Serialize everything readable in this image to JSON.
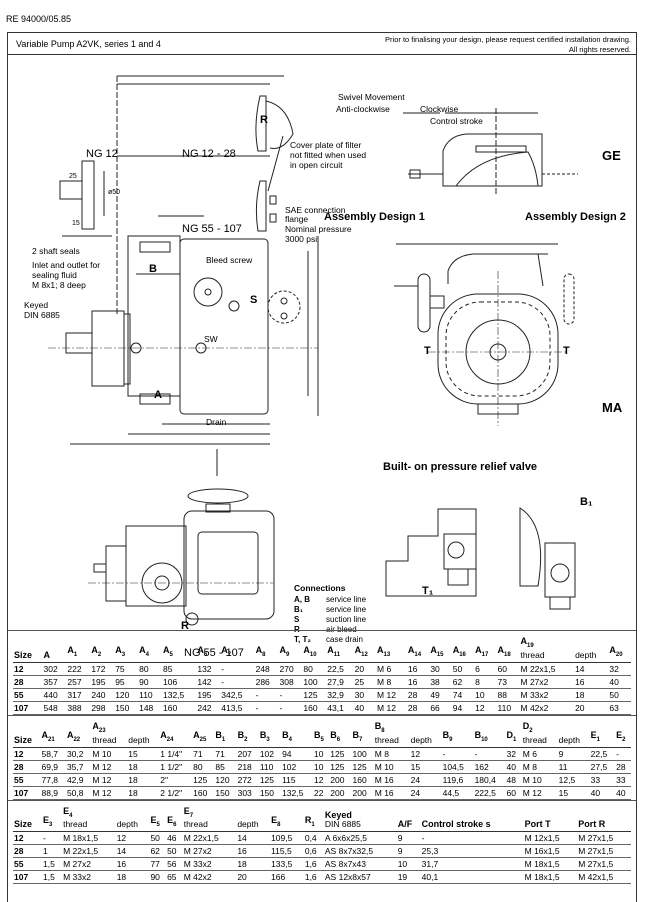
{
  "document": {
    "code": "RE 94000/05.85",
    "title": "Variable Pump A2VK, series 1 and 4",
    "notice_line1": "Prior to finalising your design, please request certified installation drawing.",
    "notice_line2": "All rights reserved."
  },
  "drawing": {
    "labels": {
      "ng12": "NG 12",
      "ng12_28": "NG 12 - 28",
      "ng55_107_top": "NG 55 - 107",
      "ng55_107_bottom": "NG 55 - 107",
      "shaft_seals": "2 shaft seals",
      "inlet_outlet_1": "Inlet and outlet for",
      "inlet_outlet_2": "sealing fluid",
      "inlet_outlet_3": "M 8x1; 8 deep",
      "keyed_1": "Keyed",
      "keyed_2": "DIN 6885",
      "cover_plate_1": "Cover plate of filter",
      "cover_plate_2": "not fitted when used",
      "cover_plate_3": "in open circuit",
      "sae_1": "SAE connection",
      "sae_2": "flange",
      "sae_3": "Nominal pressure",
      "sae_4": "3000 psi",
      "bleed_screw": "Bleed screw",
      "drain": "Drain",
      "sw": "SW",
      "port_b": "B",
      "port_a": "A",
      "port_s": "S",
      "port_r_top": "R",
      "port_r_bottom": "R",
      "port_t_left": "T",
      "port_t_right": "T",
      "port_t1": "T₁",
      "port_b1": "B₁",
      "swivel_movement": "Swivel Movement",
      "anti_clockwise": "Anti-clockwise",
      "clockwise": "Clockwise",
      "control_stroke": "Control stroke",
      "assembly_design_1": "Assembly Design 1",
      "assembly_design_2": "Assembly Design 2",
      "ge": "GE",
      "ma": "MA",
      "relief_valve": "Built- on pressure relief valve",
      "dim_25": "25",
      "dim_15": "15",
      "dim_50": "ø50"
    },
    "connections": {
      "heading": "Connections",
      "items": [
        {
          "key": "A, B",
          "desc": "service line"
        },
        {
          "key": "B₁",
          "desc": "service line"
        },
        {
          "key": "S",
          "desc": "suction line"
        },
        {
          "key": "R",
          "desc": "air bleed"
        },
        {
          "key": "T, T₂",
          "desc": "case drain"
        }
      ]
    }
  },
  "tables": [
    {
      "headers": [
        {
          "top": "",
          "sym": "Size"
        },
        {
          "top": "",
          "sym": "A",
          "sub": ""
        },
        {
          "top": "",
          "sym": "A",
          "sub": "1"
        },
        {
          "top": "",
          "sym": "A",
          "sub": "2"
        },
        {
          "top": "",
          "sym": "A",
          "sub": "3"
        },
        {
          "top": "",
          "sym": "A",
          "sub": "4"
        },
        {
          "top": "",
          "sym": "A",
          "sub": "5"
        },
        {
          "top": "",
          "sym": "A",
          "sub": "6"
        },
        {
          "top": "",
          "sym": "A",
          "sub": "7"
        },
        {
          "top": "",
          "sym": "A",
          "sub": "8"
        },
        {
          "top": "",
          "sym": "A",
          "sub": "9"
        },
        {
          "top": "",
          "sym": "A",
          "sub": "10"
        },
        {
          "top": "",
          "sym": "A",
          "sub": "11"
        },
        {
          "top": "",
          "sym": "A",
          "sub": "12"
        },
        {
          "top": "",
          "sym": "A",
          "sub": "13"
        },
        {
          "top": "",
          "sym": "A",
          "sub": "14"
        },
        {
          "top": "",
          "sym": "A",
          "sub": "15"
        },
        {
          "top": "",
          "sym": "A",
          "sub": "16"
        },
        {
          "top": "",
          "sym": "A",
          "sub": "17"
        },
        {
          "top": "",
          "sym": "A",
          "sub": "18"
        },
        {
          "top": "A19",
          "sym": "",
          "plain": "thread"
        },
        {
          "top": "",
          "sym": "",
          "plain": "depth"
        },
        {
          "top": "",
          "sym": "A",
          "sub": "20"
        }
      ],
      "rows": [
        [
          "12",
          "302",
          "222",
          "172",
          "75",
          "80",
          "85",
          "132",
          "-",
          "248",
          "270",
          "80",
          "22,5",
          "20",
          "M 6",
          "16",
          "30",
          "50",
          "6",
          "60",
          "M 22x1,5",
          "14",
          "32"
        ],
        [
          "28",
          "357",
          "257",
          "195",
          "95",
          "90",
          "106",
          "142",
          "-",
          "286",
          "308",
          "100",
          "27,9",
          "25",
          "M 8",
          "16",
          "38",
          "62",
          "8",
          "73",
          "M 27x2",
          "16",
          "40"
        ],
        [
          "55",
          "440",
          "317",
          "240",
          "120",
          "110",
          "132,5",
          "195",
          "342,5",
          "-",
          "-",
          "125",
          "32,9",
          "30",
          "M 12",
          "28",
          "49",
          "74",
          "10",
          "88",
          "M 33x2",
          "18",
          "50"
        ],
        [
          "107",
          "548",
          "388",
          "298",
          "150",
          "148",
          "160",
          "242",
          "413,5",
          "-",
          "-",
          "160",
          "43,1",
          "40",
          "M 12",
          "28",
          "66",
          "94",
          "12",
          "110",
          "M 42x2",
          "20",
          "63"
        ]
      ]
    },
    {
      "headers": [
        {
          "top": "",
          "sym": "Size"
        },
        {
          "top": "",
          "sym": "A",
          "sub": "21"
        },
        {
          "top": "",
          "sym": "A",
          "sub": "22"
        },
        {
          "top": "A23",
          "sym": "",
          "plain": "thread"
        },
        {
          "top": "",
          "sym": "",
          "plain": "depth"
        },
        {
          "top": "",
          "sym": "A",
          "sub": "24"
        },
        {
          "top": "",
          "sym": "A",
          "sub": "25"
        },
        {
          "top": "",
          "sym": "B",
          "sub": "1"
        },
        {
          "top": "",
          "sym": "B",
          "sub": "2"
        },
        {
          "top": "",
          "sym": "B",
          "sub": "3"
        },
        {
          "top": "",
          "sym": "B",
          "sub": "4"
        },
        {
          "top": "",
          "sym": "B",
          "sub": "5"
        },
        {
          "top": "",
          "sym": "B",
          "sub": "6"
        },
        {
          "top": "",
          "sym": "B",
          "sub": "7"
        },
        {
          "top": "B8",
          "sym": "",
          "plain": "thread"
        },
        {
          "top": "",
          "sym": "",
          "plain": "depth"
        },
        {
          "top": "",
          "sym": "B",
          "sub": "9"
        },
        {
          "top": "",
          "sym": "B",
          "sub": "10"
        },
        {
          "top": "",
          "sym": "D",
          "sub": "1"
        },
        {
          "top": "D2",
          "sym": "",
          "plain": "thread"
        },
        {
          "top": "",
          "sym": "",
          "plain": "depth"
        },
        {
          "top": "",
          "sym": "E",
          "sub": "1"
        },
        {
          "top": "",
          "sym": "E",
          "sub": "2"
        }
      ],
      "rows": [
        [
          "12",
          "58,7",
          "30,2",
          "M 10",
          "15",
          "1 1/4\"",
          "71",
          "71",
          "207",
          "102",
          "94",
          "10",
          "125",
          "100",
          "M 8",
          "12",
          "-",
          "-",
          "32",
          "M 6",
          "9",
          "22,5",
          "-"
        ],
        [
          "28",
          "69,9",
          "35,7",
          "M 12",
          "18",
          "1 1/2\"",
          "80",
          "85",
          "218",
          "110",
          "102",
          "10",
          "125",
          "125",
          "M 10",
          "15",
          "104,5",
          "162",
          "40",
          "M 8",
          "11",
          "27,5",
          "28"
        ],
        [
          "55",
          "77,8",
          "42,9",
          "M 12",
          "18",
          "2\"",
          "125",
          "120",
          "272",
          "125",
          "115",
          "12",
          "200",
          "160",
          "M 16",
          "24",
          "119,6",
          "180,4",
          "48",
          "M 10",
          "12,5",
          "33",
          "33"
        ],
        [
          "107",
          "88,9",
          "50,8",
          "M 12",
          "18",
          "2 1/2\"",
          "160",
          "150",
          "303",
          "150",
          "132,5",
          "22",
          "200",
          "200",
          "M 16",
          "24",
          "44,5",
          "222,5",
          "60",
          "M 12",
          "15",
          "40",
          "40"
        ]
      ]
    },
    {
      "headers": [
        {
          "top": "",
          "sym": "Size"
        },
        {
          "top": "",
          "sym": "E",
          "sub": "3"
        },
        {
          "top": "E4",
          "sym": "",
          "plain": "thread"
        },
        {
          "top": "",
          "sym": "",
          "plain": "depth"
        },
        {
          "top": "",
          "sym": "E",
          "sub": "5"
        },
        {
          "top": "",
          "sym": "E",
          "sub": "6"
        },
        {
          "top": "E7",
          "sym": "",
          "plain": "thread"
        },
        {
          "top": "",
          "sym": "",
          "plain": "depth"
        },
        {
          "top": "",
          "sym": "E",
          "sub": "8"
        },
        {
          "top": "",
          "sym": "R",
          "sub": "1"
        },
        {
          "top": "Keyed",
          "sym": "",
          "plain": "DIN 6885"
        },
        {
          "top": "",
          "sym": "A/F"
        },
        {
          "top": "",
          "sym": "Control stroke s"
        },
        {
          "top": "",
          "sym": "Port T"
        },
        {
          "top": "",
          "sym": "Port R"
        }
      ],
      "rows": [
        [
          "12",
          "-",
          "M 18x1,5",
          "12",
          "50",
          "46",
          "M 22x1,5",
          "14",
          "109,5",
          "0,4",
          "A 6x6x25,5",
          "9",
          "-",
          "M 12x1,5",
          "M 27x1,5"
        ],
        [
          "28",
          "1",
          "M 22x1,5",
          "14",
          "62",
          "50",
          "M 27x2",
          "16",
          "115,5",
          "0,6",
          "AS 8x7x32,5",
          "9",
          "25,3",
          "M 16x1,5",
          "M 27x1,5"
        ],
        [
          "55",
          "1,5",
          "M 27x2",
          "16",
          "77",
          "56",
          "M 33x2",
          "18",
          "133,5",
          "1,6",
          "AS 8x7x43",
          "10",
          "31,7",
          "M 18x1,5",
          "M 27x1,5"
        ],
        [
          "107",
          "1,5",
          "M 33x2",
          "18",
          "90",
          "65",
          "M 42x2",
          "20",
          "166",
          "1,6",
          "AS 12x8x57",
          "19",
          "40,1",
          "M 18x1,5",
          "M 42x1,5"
        ]
      ]
    }
  ]
}
